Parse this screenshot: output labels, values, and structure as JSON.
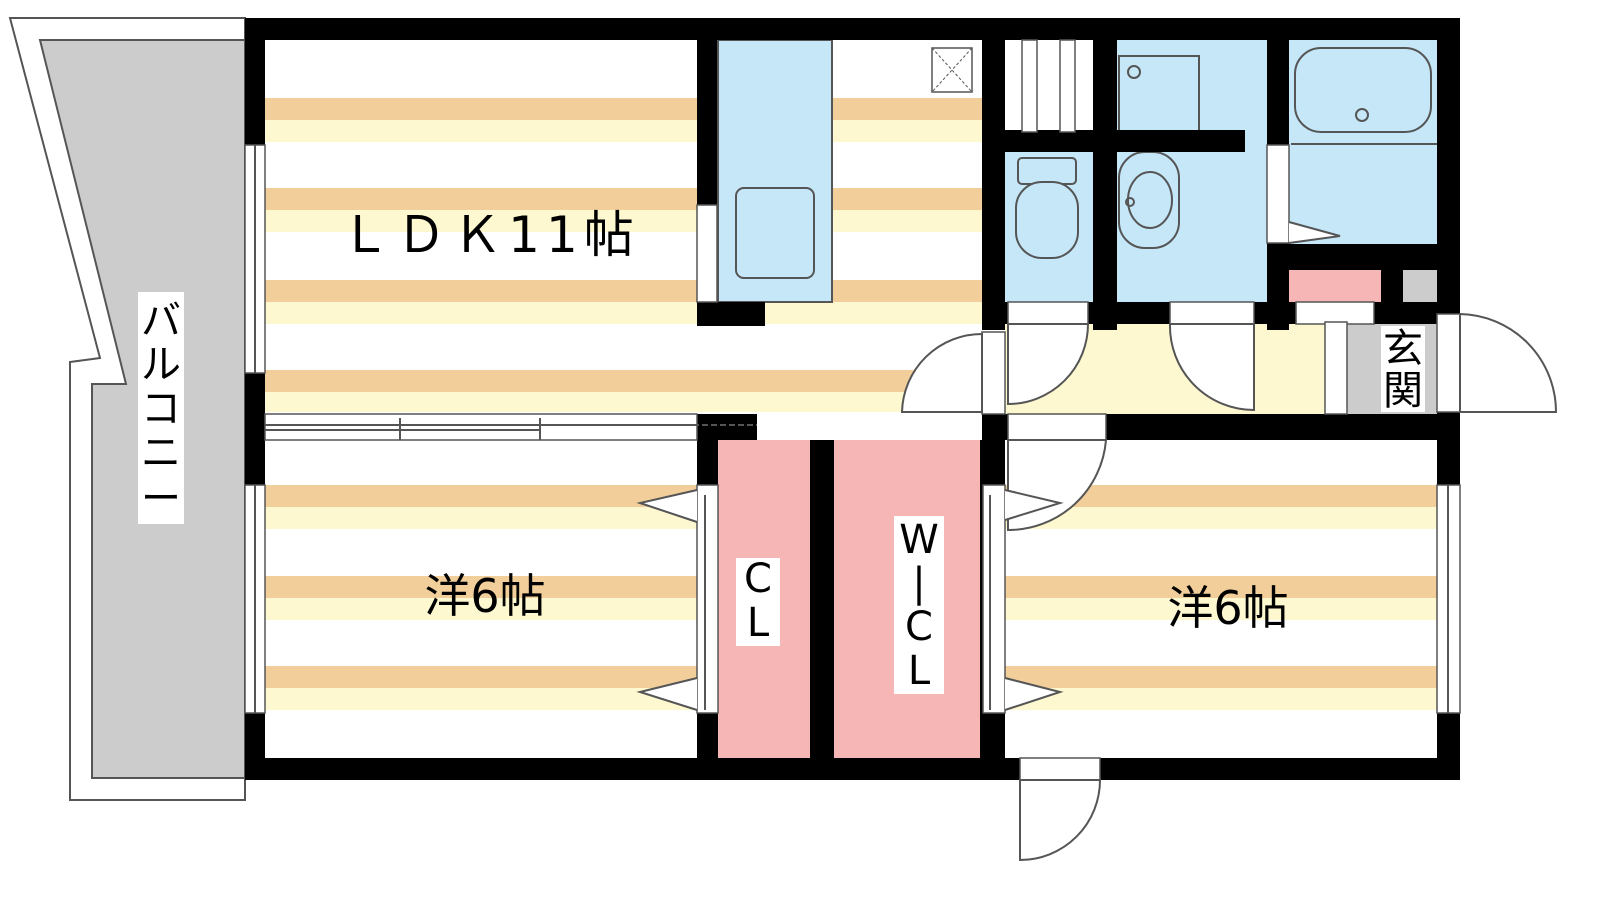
{
  "floorplan": {
    "rooms": {
      "ldk": "ＬＤＫ11帖",
      "western_left": "洋6帖",
      "western_right": "洋6帖",
      "closet_c": "C",
      "closet_l": "L",
      "wic_w": "W",
      "wic_dash": "|",
      "wic_c": "C",
      "wic_l": "L",
      "balcony_1": "バ",
      "balcony_2": "ル",
      "balcony_3": "コ",
      "balcony_4": "ニ",
      "balcony_5": "ー",
      "entrance_1": "玄",
      "entrance_2": "関"
    },
    "colors": {
      "wall": "#000000",
      "floor_stripe_tan": "#f2cf9a",
      "floor_stripe_cream": "#fdf8cf",
      "wet_area_blue": "#c5e7f8",
      "closet_pink": "#f6b6b6",
      "balcony_gray": "#cccccc",
      "hallway_yellow": "#fdf8cf"
    }
  }
}
